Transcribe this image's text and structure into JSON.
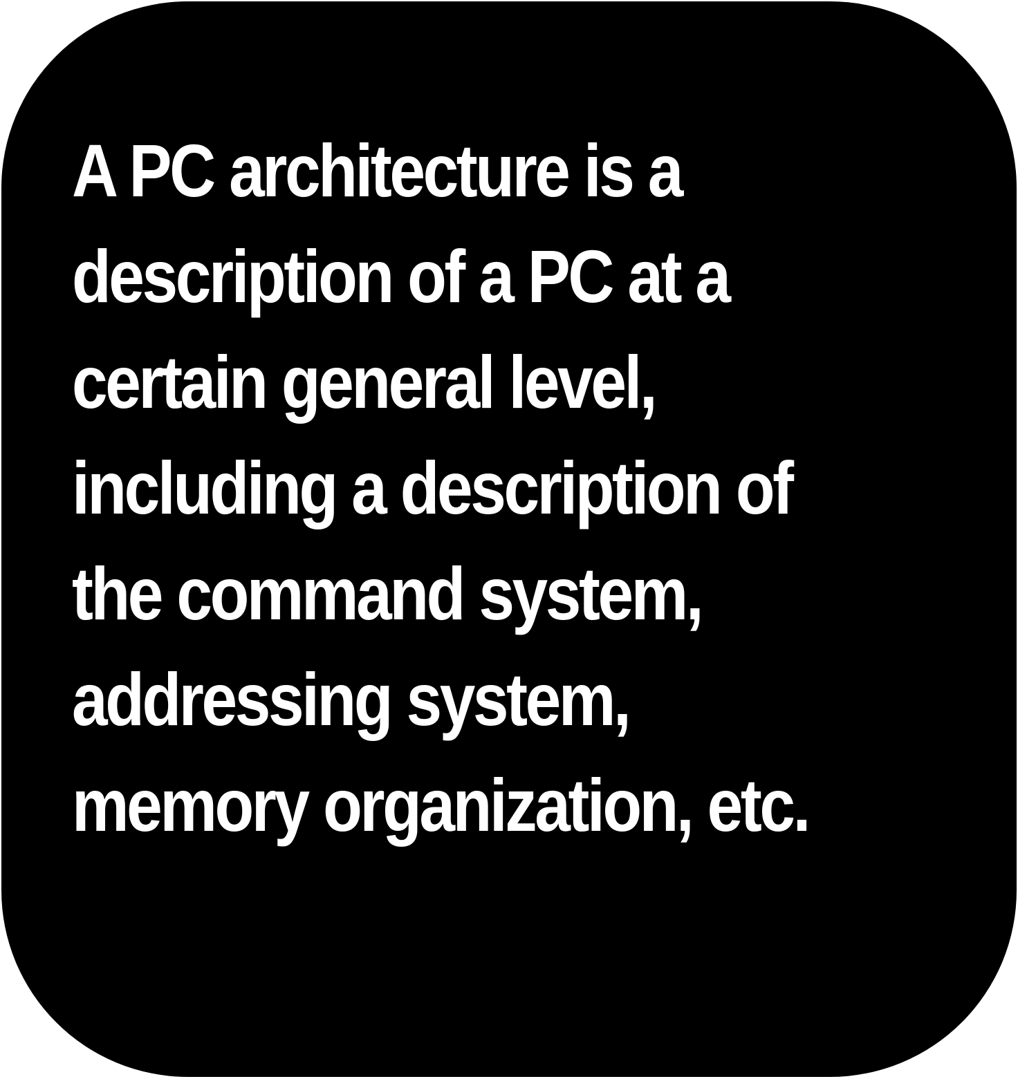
{
  "card": {
    "background": "#000000",
    "text_color": "#ffffff",
    "lines": [
      "A PC architecture is a",
      "description of a PC at a",
      "certain general level,",
      "including a description of",
      "the command system,",
      "addressing system,",
      "memory organization, etc."
    ]
  }
}
